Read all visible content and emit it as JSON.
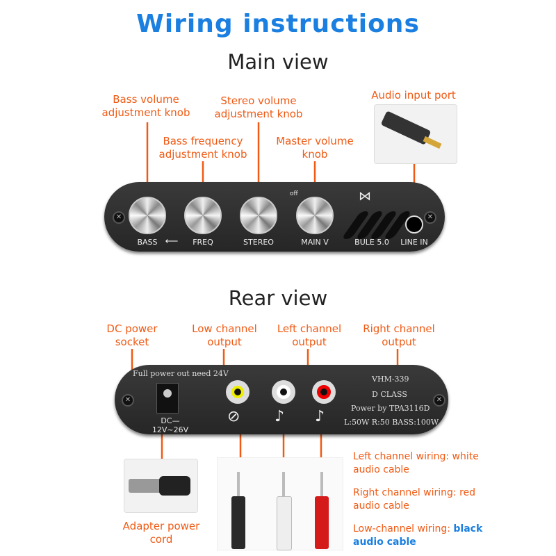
{
  "title": "Wiring instructions",
  "main_view": {
    "heading": "Main view",
    "callouts": {
      "bass": "Bass volume adjustment knob",
      "freq": "Bass frequency adjustment knob",
      "stereo": "Stereo volume adjustment knob",
      "master": "Master volume knob",
      "input": "Audio input port"
    },
    "panel": {
      "bass": "BASS",
      "freq": "FREQ",
      "stereo": "STEREO",
      "main": "MAIN V",
      "brand": "BULE 5.0",
      "line_in": "LINE IN",
      "off": "off"
    }
  },
  "rear_view": {
    "heading": "Rear view",
    "callouts": {
      "dc": "DC power socket",
      "low": "Low channel output",
      "left": "Left channel output",
      "right": "Right channel output"
    },
    "panel": {
      "power_note": "Full power out need 24V",
      "dc": "DC— 12V~26V",
      "model": "VHM-339",
      "class": "D CLASS",
      "chip": "Power by TPA3116D",
      "power": "L:50W R:50 BASS:100W"
    },
    "adapter": "Adapter power cord",
    "wiring": {
      "left": "Left channel wiring: white audio cable",
      "right": "Right channel wiring: red audio cable",
      "low_prefix": "Low-channel wiring: ",
      "low_highlight": "black audio cable"
    }
  },
  "colors": {
    "accent": "#f05a14",
    "title": "#1a7fe0"
  }
}
